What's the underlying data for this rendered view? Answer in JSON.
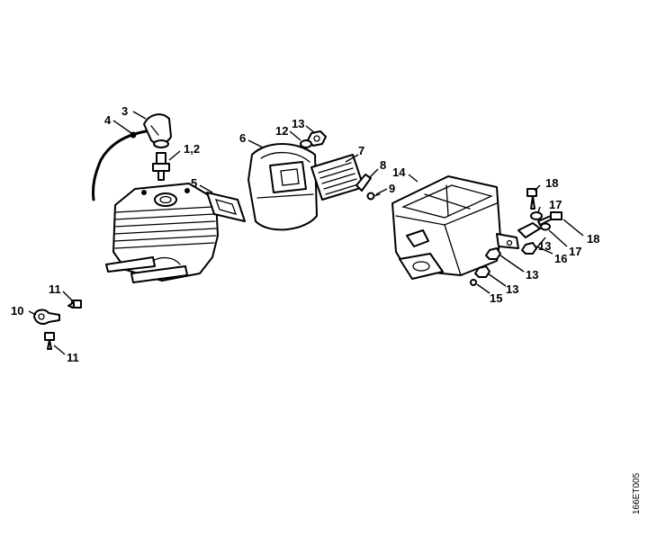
{
  "callouts": [
    {
      "id": "c1",
      "text": "3"
    },
    {
      "id": "c2",
      "text": "4"
    },
    {
      "id": "c3",
      "text": "1,2"
    },
    {
      "id": "c4",
      "text": "6"
    },
    {
      "id": "c5",
      "text": "13"
    },
    {
      "id": "c6",
      "text": "12"
    },
    {
      "id": "c7",
      "text": "7"
    },
    {
      "id": "c8",
      "text": "8"
    },
    {
      "id": "c9",
      "text": "9"
    },
    {
      "id": "c10",
      "text": "5"
    },
    {
      "id": "c11",
      "text": "14"
    },
    {
      "id": "c12",
      "text": "18"
    },
    {
      "id": "c13",
      "text": "17"
    },
    {
      "id": "c14",
      "text": "18"
    },
    {
      "id": "c15",
      "text": "17"
    },
    {
      "id": "c16",
      "text": "16"
    },
    {
      "id": "c17",
      "text": "13"
    },
    {
      "id": "c18",
      "text": "13"
    },
    {
      "id": "c19",
      "text": "13"
    },
    {
      "id": "c20",
      "text": "15"
    },
    {
      "id": "c21",
      "text": "11"
    },
    {
      "id": "c22",
      "text": "10"
    },
    {
      "id": "c23",
      "text": "11"
    }
  ],
  "drawing_code": "166ET005"
}
